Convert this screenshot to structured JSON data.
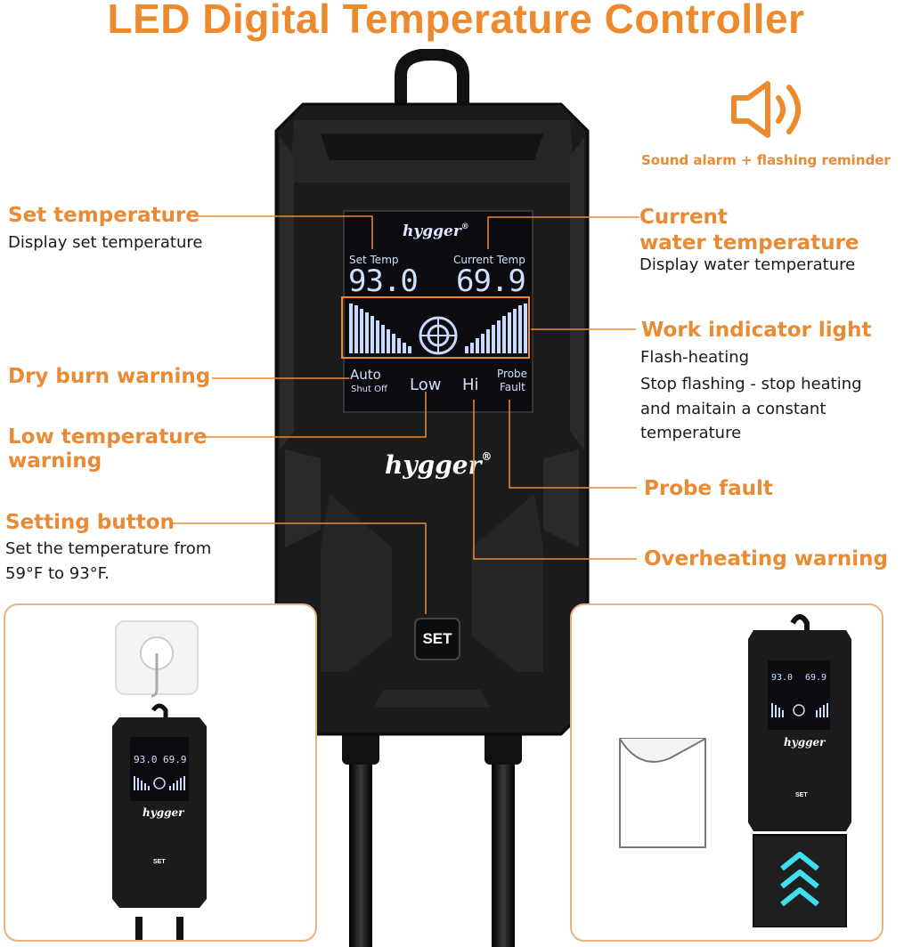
{
  "title": "LED Digital Temperature Controller",
  "alarm": {
    "icon": "speaker-icon",
    "label": "Sound alarm + flashing reminder"
  },
  "callouts": {
    "set_temp": {
      "label": "Set temperature",
      "desc": "Display set temperature"
    },
    "current_temp": {
      "label_line1": "Current",
      "label_line2": "water temperature",
      "desc": "Display water temperature"
    },
    "work_light": {
      "label": "Work indicator light",
      "desc_lines": [
        "Flash-heating",
        "Stop flashing - stop heating",
        "and maitain a constant",
        "temperature"
      ]
    },
    "dry_burn": {
      "label": "Dry burn warning"
    },
    "low_temp": {
      "label_line1": "Low temperature",
      "label_line2": "warning"
    },
    "probe_fault": {
      "label": "Probe fault"
    },
    "setting_button": {
      "label": "Setting button",
      "desc_line1": "Set the temperature from",
      "desc_line2": "59°F to 93°F."
    },
    "overheat": {
      "label": "Overheating warning"
    }
  },
  "device": {
    "brand": "hygger",
    "registered": "®",
    "set_temp_label": "Set Temp",
    "set_temp_value": "93.0",
    "current_temp_label": "Current Temp",
    "current_temp_value": "69.9",
    "auto_label": "Auto",
    "shut_off_label": "Shut Off",
    "low_label": "Low",
    "hi_label": "Hi",
    "probe_label": "Probe",
    "fault_label": "Fault",
    "button_label": "SET"
  },
  "colors": {
    "accent": "#ee8a2e",
    "panel_border": "#ebb37c",
    "lcd_bg": "#0b0b10",
    "lcd_text": "#cfe0ff",
    "device_body": "#1b1b1b",
    "arrow_cyan": "#3ee0f0"
  }
}
